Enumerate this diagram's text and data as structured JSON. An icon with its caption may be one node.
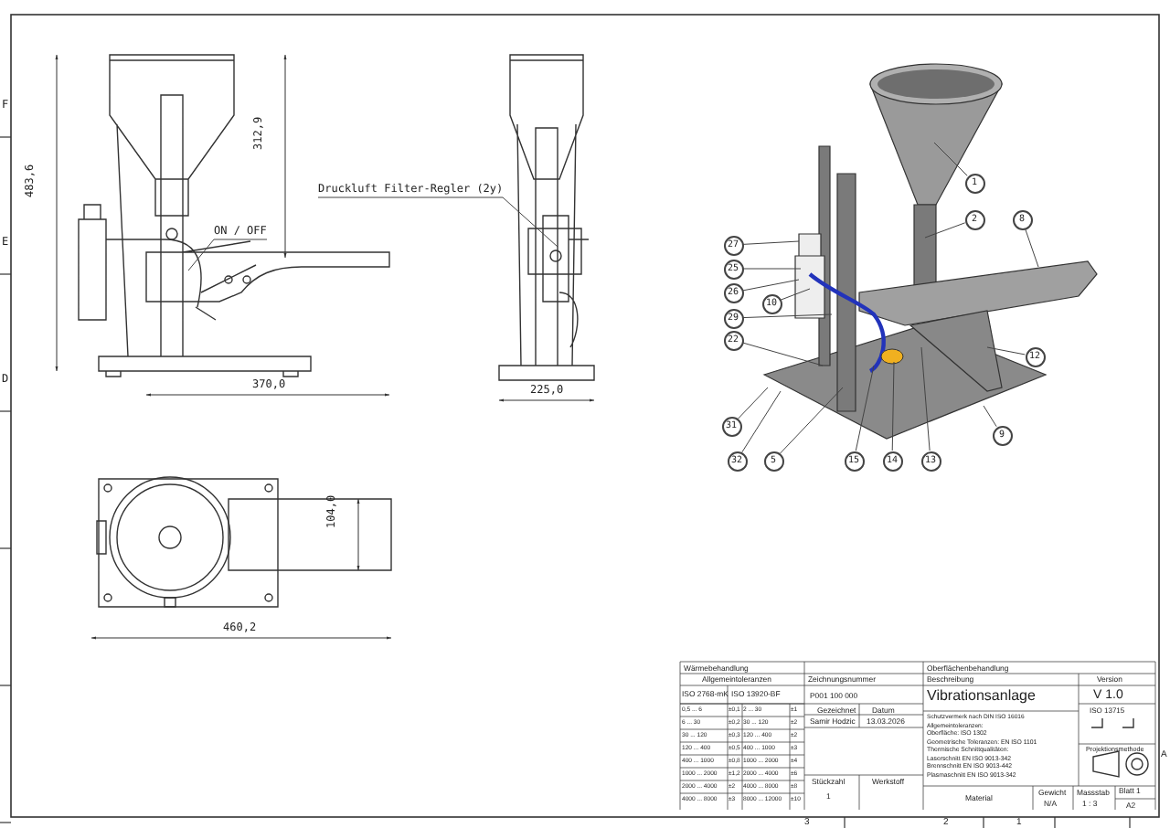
{
  "diagram": {
    "nodes": [
      {
        "text": [
          "ON / OFF"
        ]
      },
      {
        "text": [
          "Druckluft Filter-Regler (2y)"
        ]
      },
      {
        "text": [
          "1"
        ]
      },
      {
        "text": [
          "2"
        ]
      },
      {
        "text": [
          "8"
        ]
      },
      {
        "text": [
          "27"
        ]
      },
      {
        "text": [
          "25"
        ]
      },
      {
        "text": [
          "26"
        ]
      },
      {
        "text": [
          "10"
        ]
      },
      {
        "text": [
          "29"
        ]
      },
      {
        "text": [
          "22"
        ]
      },
      {
        "text": [
          "12"
        ]
      },
      {
        "text": [
          "31"
        ]
      },
      {
        "text": [
          "9"
        ]
      },
      {
        "text": [
          "32"
        ]
      },
      {
        "text": [
          "5"
        ]
      },
      {
        "text": [
          "15"
        ]
      },
      {
        "text": [
          "14"
        ]
      },
      {
        "text": [
          "13"
        ]
      }
    ],
    "edges": [
      {
        "from": 0,
        "to": null,
        "arrow": "none"
      },
      {
        "from": 1,
        "to": null,
        "arrow": "none"
      },
      {
        "from": 2,
        "to": null,
        "arrow": "none"
      },
      {
        "from": 3,
        "to": null,
        "arrow": "none"
      },
      {
        "from": 4,
        "to": null,
        "arrow": "none"
      },
      {
        "from": 5,
        "to": null,
        "arrow": "none"
      },
      {
        "from": 6,
        "to": null,
        "arrow": "none"
      },
      {
        "from": 7,
        "to": null,
        "arrow": "none"
      },
      {
        "from": 8,
        "to": null,
        "arrow": "none"
      },
      {
        "from": 9,
        "to": null,
        "arrow": "none"
      },
      {
        "from": 10,
        "to": null,
        "arrow": "none"
      },
      {
        "from": 11,
        "to": null,
        "arrow": "none"
      },
      {
        "from": 12,
        "to": null,
        "arrow": "none"
      },
      {
        "from": 13,
        "to": null,
        "arrow": "none"
      },
      {
        "from": 14,
        "to": null,
        "arrow": "none"
      },
      {
        "from": 15,
        "to": null,
        "arrow": "none"
      },
      {
        "from": 16,
        "to": null,
        "arrow": "none"
      },
      {
        "from": 17,
        "to": null,
        "arrow": "none"
      },
      {
        "from": 18,
        "to": null,
        "arrow": "none"
      }
    ],
    "labels": [
      "F",
      "483,6",
      "312,9",
      "E",
      "D",
      "370,0",
      "225,0",
      "104,0",
      "460,2",
      "Wärmebehandlung",
      "Oberflächenbehandlung",
      "Allgemeintoleranzen",
      "Zeichnungsnummer",
      "Beschreibung",
      "Version",
      "ISO 2768-mK",
      "ISO 13920-BF",
      "P001 100 000",
      "Vibrationsanlage",
      "V 1.0",
      "0,5 ... 6",
      "±0,1",
      "2 ... 30",
      "±1",
      "Gezeichnet",
      "Datum",
      "6 ... 30",
      "±0,2",
      "30 ... 120",
      "±2",
      "Samir Hodzic",
      "13.03.2026",
      "30 ... 120",
      "±0,3",
      "120 ... 400",
      "±2",
      "120 ... 400",
      "±0,5",
      "400 ... 1000",
      "±3",
      "400 ... 1000",
      "±0,8",
      "1000 ... 2000",
      "±4",
      "1000 ... 2000",
      "±1,2",
      "2000 ... 4000",
      "±6",
      "2000 ... 4000",
      "±2",
      "4000 ... 8000",
      "±8",
      "Stückzahl",
      "Werkstoff",
      "4000 ... 8000",
      "±3",
      "8000 ... 12000",
      "±10",
      "1",
      "Schutzvermerk nach DIN ISO 16016",
      "Allgemeintoleranzen:",
      "Oberfläche: ISO 1302",
      "Geometrische Toleranzen: EN ISO 1101",
      "Thermische Schnittqualitäten:",
      "Laserschnitt EN ISO 9013-342",
      "Brennschnitt EN ISO 9013-442",
      "Plasmaschnitt EN ISO 9013-342",
      "ISO 13715",
      "Projektionsmethode",
      "Material",
      "Gewicht",
      "N/A",
      "Massstab",
      "1 : 3",
      "Blatt 1",
      "A2",
      "3",
      "2",
      "1",
      "A"
    ]
  }
}
